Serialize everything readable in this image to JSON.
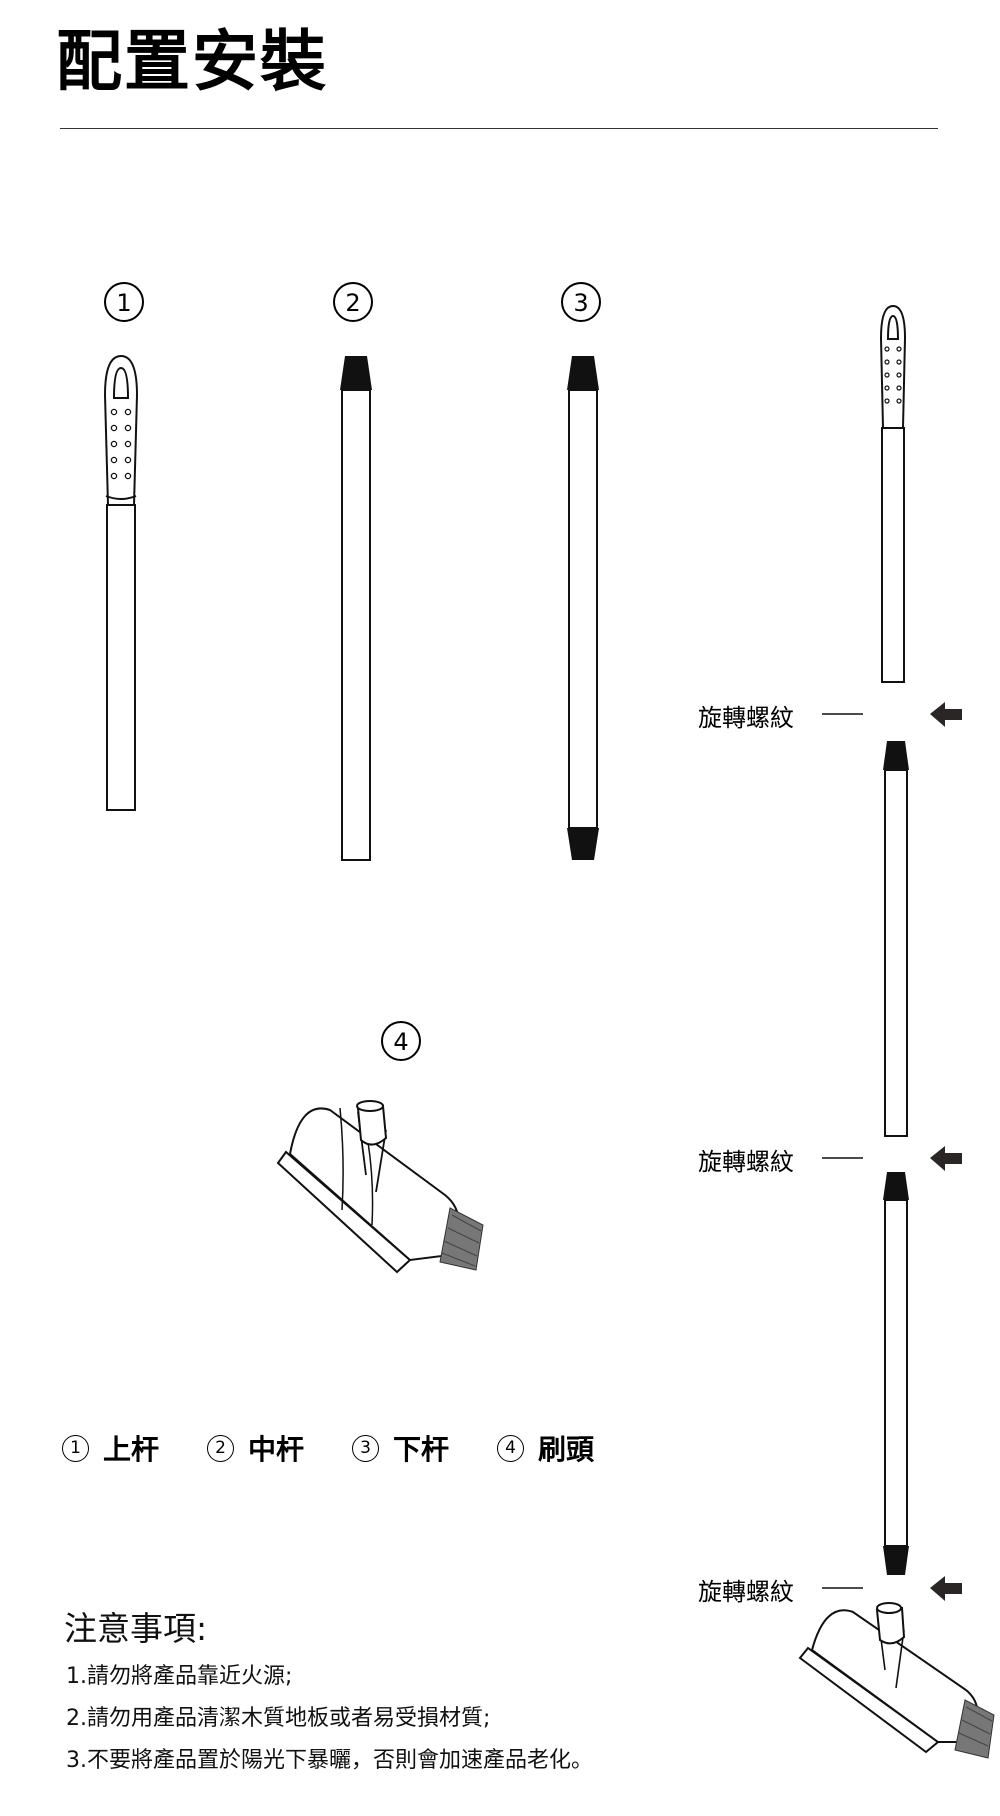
{
  "page": {
    "title": "配置安裝"
  },
  "parts": [
    {
      "number": "1",
      "label": "上杆"
    },
    {
      "number": "2",
      "label": "中杆"
    },
    {
      "number": "3",
      "label": "下杆"
    },
    {
      "number": "4",
      "label": "刷頭"
    }
  ],
  "assembly": {
    "rotate_labels": [
      "旋轉螺紋",
      "旋轉螺紋",
      "旋轉螺紋"
    ]
  },
  "notes": {
    "title": "注意事項:",
    "items": [
      "1.請勿將產品靠近火源;",
      "2.請勿用產品清潔木質地板或者易受損材質;",
      "3.不要將產品置於陽光下暴曬，否則會加速產品老化。"
    ]
  }
}
